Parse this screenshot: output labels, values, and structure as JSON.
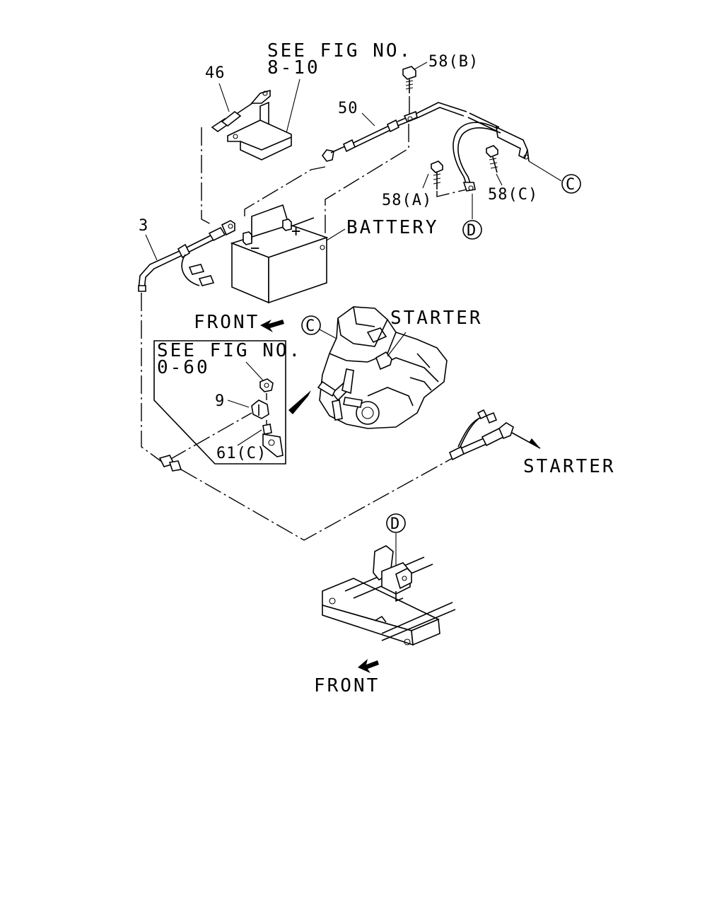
{
  "labels": {
    "see_fig_top_line1": "SEE FIG NO.",
    "see_fig_top_line2": "8-10",
    "part_46": "46",
    "part_58b": "58(B)",
    "part_50": "50",
    "part_58a": "58(A)",
    "part_58c": "58(C)",
    "callout_c_right": "C",
    "callout_d_mid": "D",
    "part_3": "3",
    "battery": "BATTERY",
    "battery_minus": "−",
    "battery_plus": "+",
    "front_top": "FRONT",
    "callout_c_engine": "C",
    "starter_engine": "STARTER",
    "see_fig_box_line1": "SEE FIG NO.",
    "see_fig_box_line2": "0-60",
    "part_9": "9",
    "part_61c": "61(C)",
    "starter_cable": "STARTER",
    "callout_d_frame": "D",
    "front_bottom": "FRONT"
  }
}
